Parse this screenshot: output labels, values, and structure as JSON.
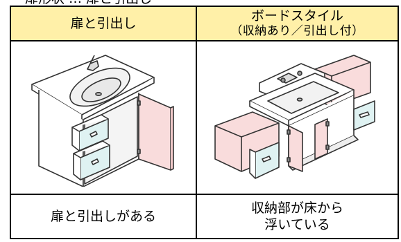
{
  "caption": "扉形状 … 扉と引出し",
  "columns": [
    {
      "header": "扉と引出し",
      "header_sub": "",
      "description": "扉と引出しがある",
      "description_line2": "",
      "illustration_icon": "vanity-cabinet-with-drawers-and-door-icon"
    },
    {
      "header": "ボードスタイル",
      "header_sub": "（収納あり／引出し付）",
      "description": "収納部が床から",
      "description_line2": "浮いている",
      "illustration_icon": "floating-board-style-vanity-icon"
    }
  ],
  "colors": {
    "header_bg": "#fff0a8",
    "door_pink": "#f9dcdc",
    "drawer_blue": "#dff2f2"
  }
}
